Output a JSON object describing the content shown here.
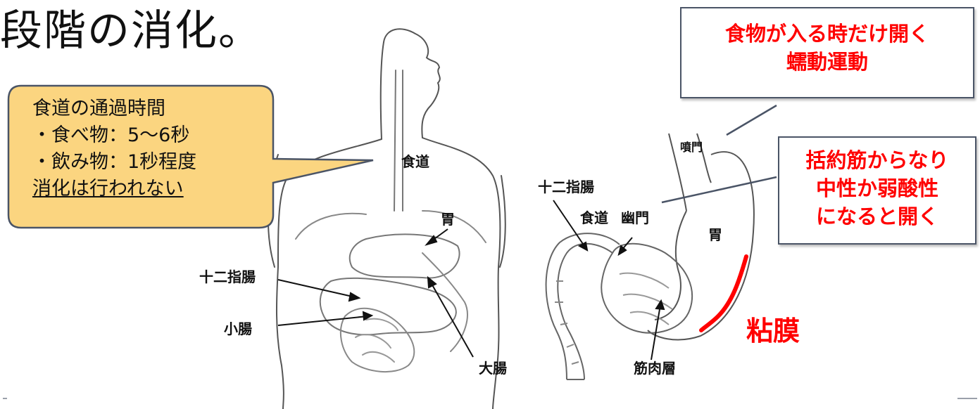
{
  "title": "段階の消化。",
  "esophagus_note": {
    "lines": [
      "食道の通過時間",
      "・食べ物：5〜6秒",
      "・飲み物：1秒程度"
    ],
    "underlined": "消化は行われない"
  },
  "cardia_note": {
    "lines": [
      "食物が入る時だけ開く",
      "蠕動運動"
    ]
  },
  "pylorus_note": {
    "lines": [
      "括約筋からなり",
      "中性か弱酸性",
      "になると開く"
    ]
  },
  "body_labels": {
    "esophagus": "食道",
    "stomach": "胃",
    "duodenum": "十二指腸",
    "small_intestine": "小腸",
    "large_intestine": "大腸"
  },
  "stomach_labels": {
    "cardia": "噴門",
    "duodenum": "十二指腸",
    "esophagus": "食道",
    "pylorus": "幽門",
    "stomach": "胃",
    "muscle_layer": "筋肉層",
    "mucosa": "粘膜"
  },
  "colors": {
    "accent_red": "#ff0000",
    "callout_fill": "#fbd580",
    "callout_stroke": "#4a5466"
  }
}
